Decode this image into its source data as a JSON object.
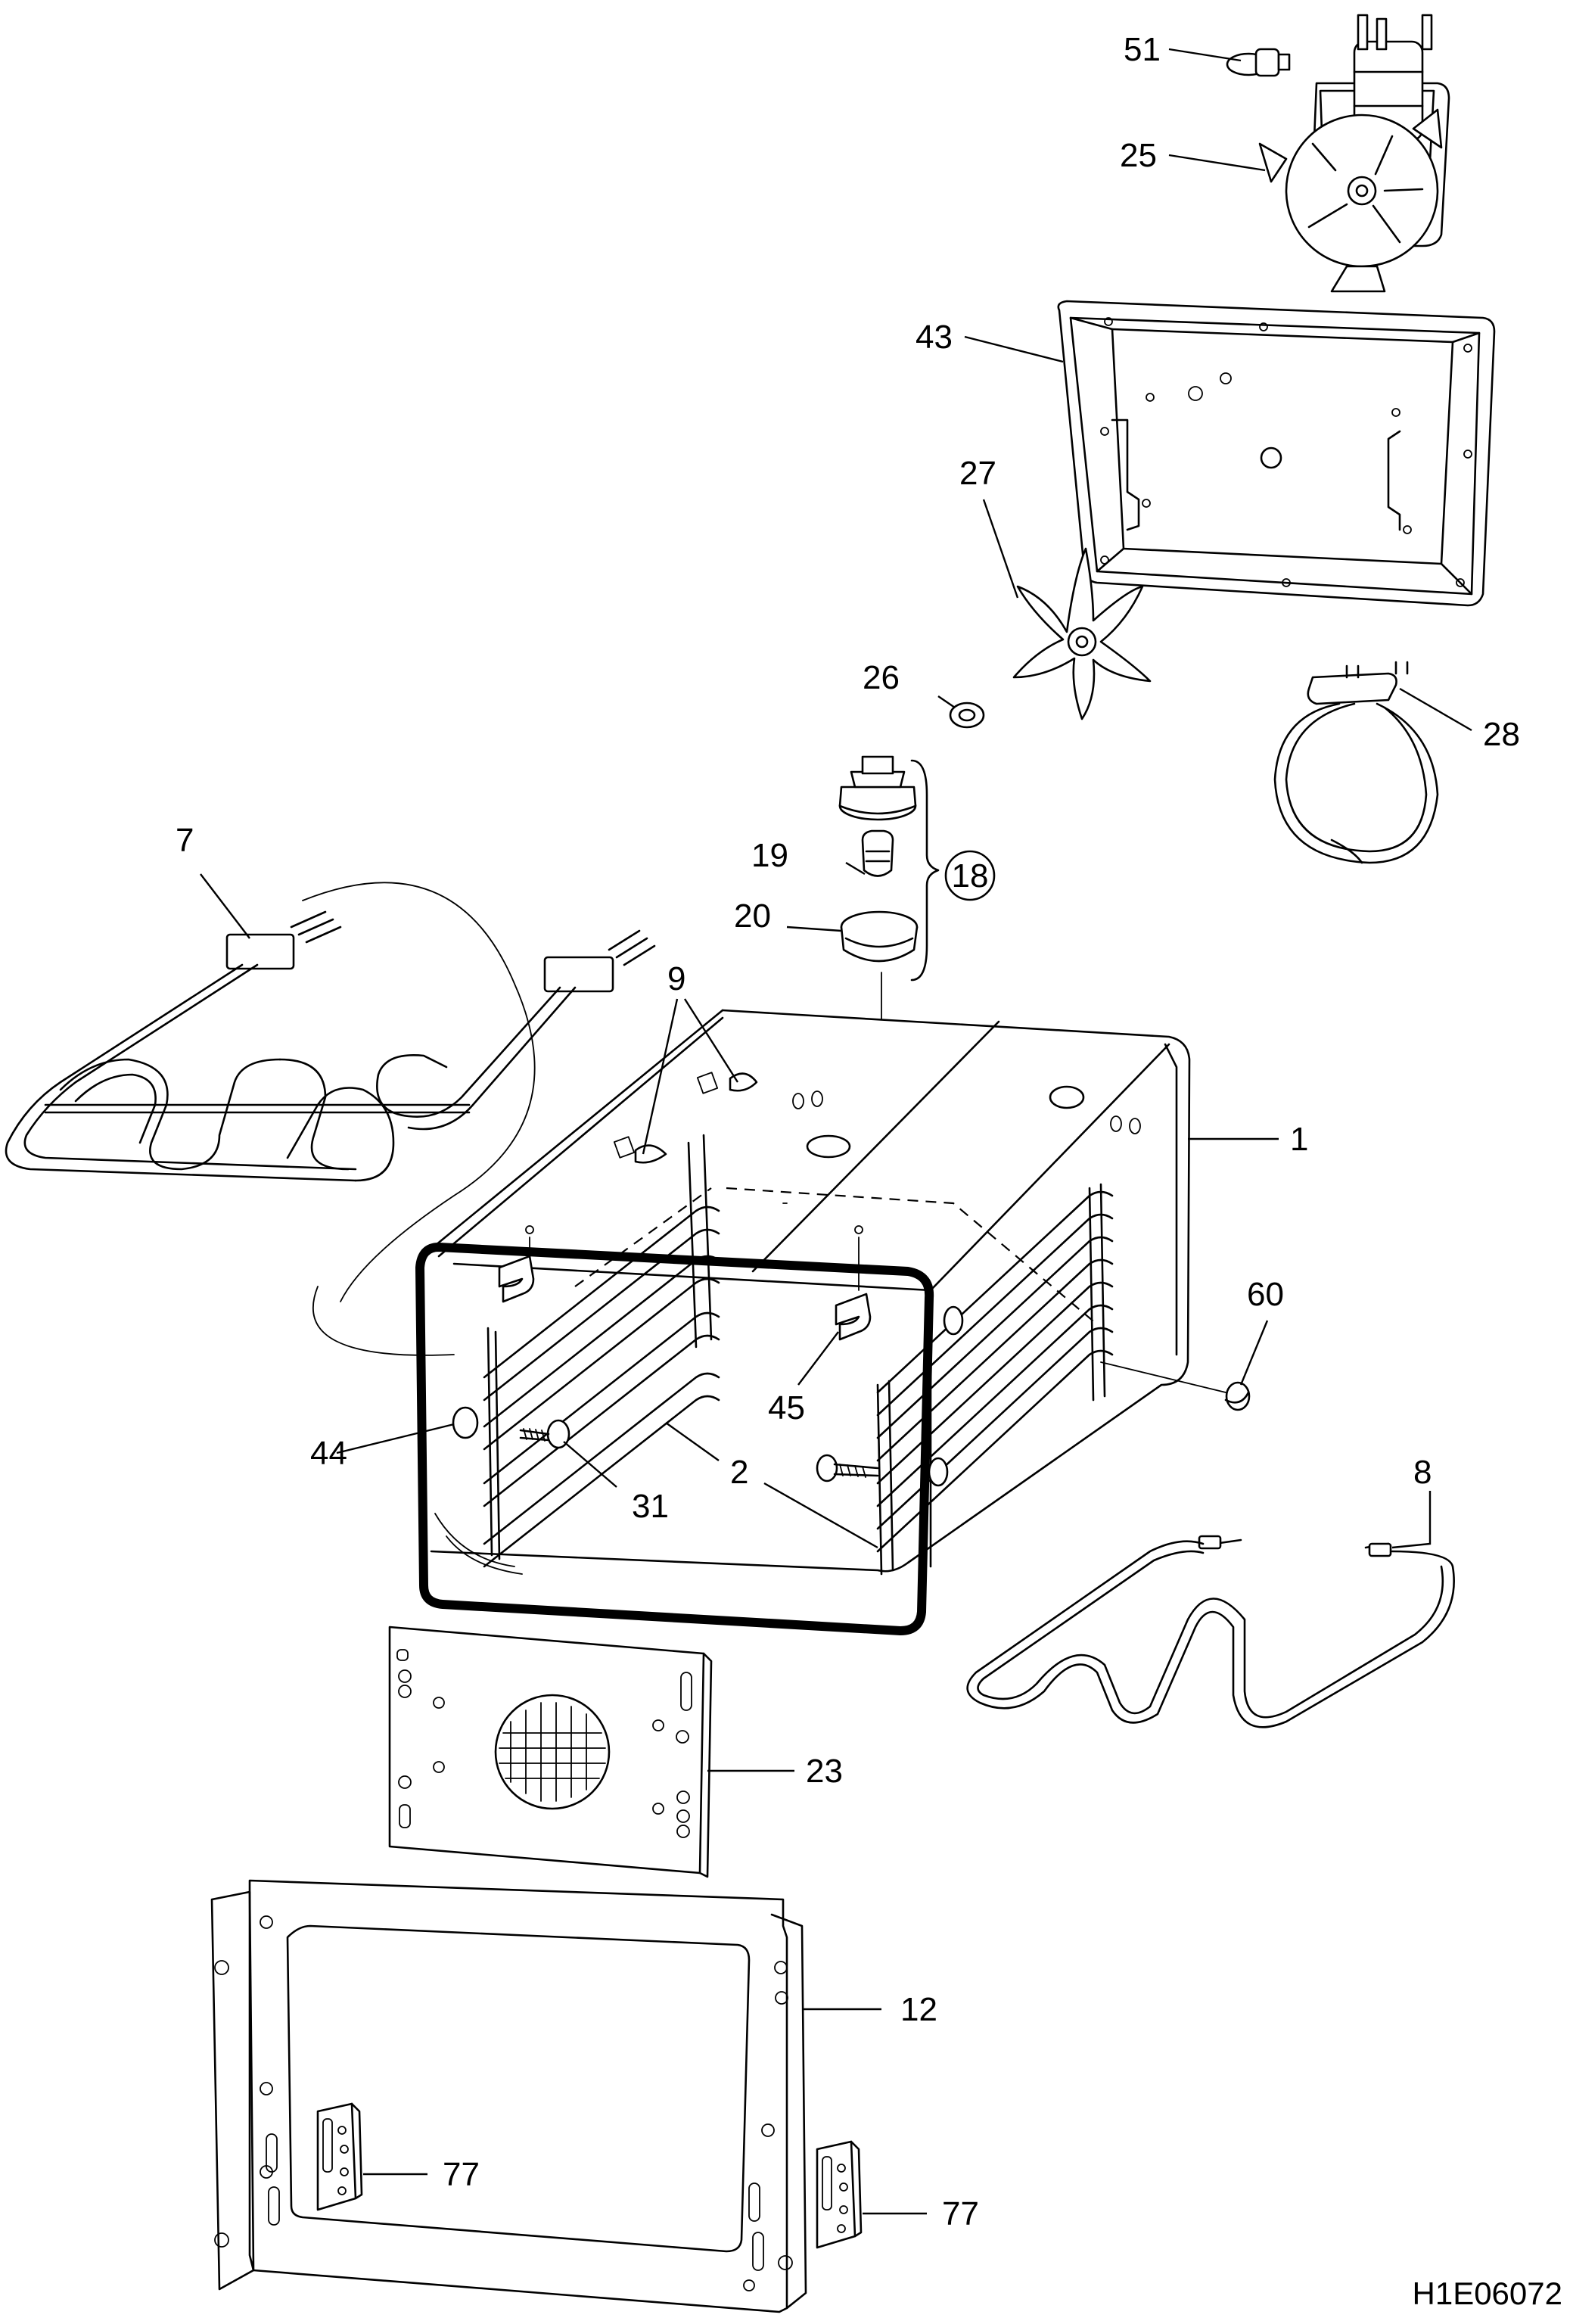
{
  "diagram": {
    "drawing_code": "H1E06072",
    "parts": [
      {
        "id": "p51",
        "number": "51"
      },
      {
        "id": "p25",
        "number": "25"
      },
      {
        "id": "p43",
        "number": "43"
      },
      {
        "id": "p27",
        "number": "27"
      },
      {
        "id": "p26",
        "number": "26"
      },
      {
        "id": "p28",
        "number": "28"
      },
      {
        "id": "p7",
        "number": "7"
      },
      {
        "id": "p19",
        "number": "19"
      },
      {
        "id": "p18",
        "number": "18"
      },
      {
        "id": "p20",
        "number": "20"
      },
      {
        "id": "p9",
        "number": "9"
      },
      {
        "id": "p1",
        "number": "1"
      },
      {
        "id": "p60",
        "number": "60"
      },
      {
        "id": "p45",
        "number": "45"
      },
      {
        "id": "p44",
        "number": "44"
      },
      {
        "id": "p31",
        "number": "31"
      },
      {
        "id": "p2",
        "number": "2"
      },
      {
        "id": "p8",
        "number": "8"
      },
      {
        "id": "p23",
        "number": "23"
      },
      {
        "id": "p12",
        "number": "12"
      },
      {
        "id": "p77a",
        "number": "77"
      },
      {
        "id": "p77b",
        "number": "77"
      }
    ]
  }
}
